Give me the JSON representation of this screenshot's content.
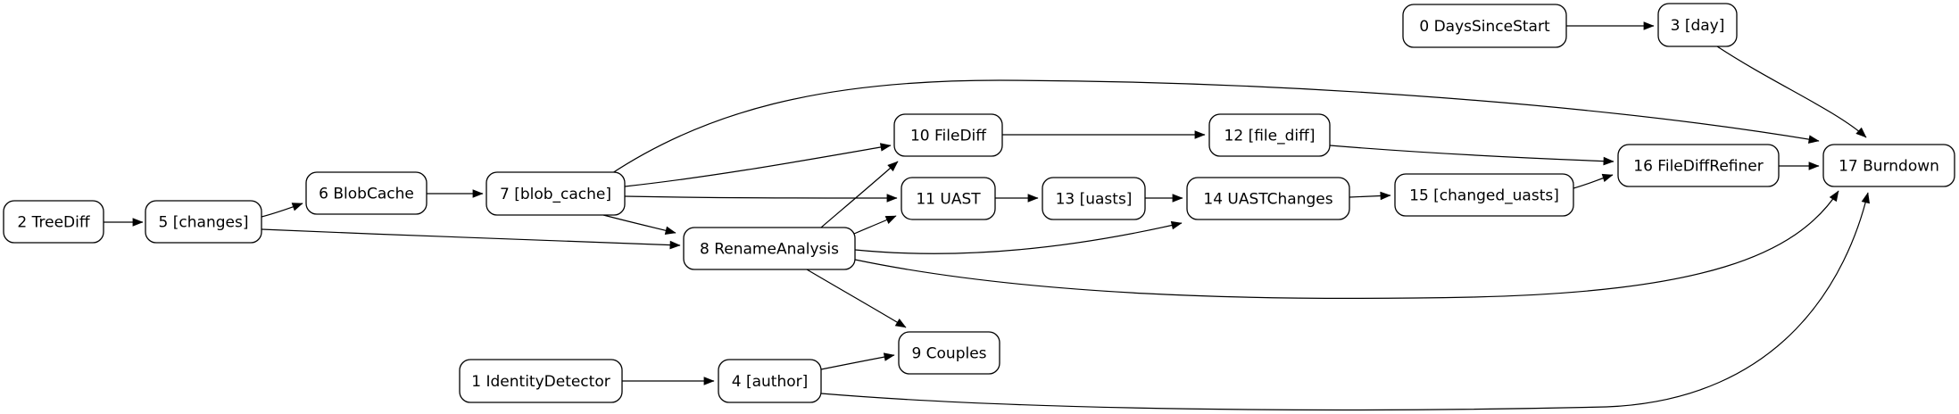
{
  "diagram": {
    "type": "directed-graph",
    "background_color": "#ffffff",
    "node_fill_color": "#ffffff",
    "node_border_color": "#000000",
    "edge_color": "#000000",
    "text_color": "#000000",
    "nodes": [
      {
        "id": "2",
        "label": "2 TreeDiff"
      },
      {
        "id": "5",
        "label": "5 [changes]"
      },
      {
        "id": "6",
        "label": "6 BlobCache"
      },
      {
        "id": "7",
        "label": "7 [blob_cache]"
      },
      {
        "id": "8",
        "label": "8 RenameAnalysis"
      },
      {
        "id": "10",
        "label": "10 FileDiff"
      },
      {
        "id": "11",
        "label": "11 UAST"
      },
      {
        "id": "13",
        "label": "13 [uasts]"
      },
      {
        "id": "12",
        "label": "12 [file_diff]"
      },
      {
        "id": "14",
        "label": "14 UASTChanges"
      },
      {
        "id": "15",
        "label": "15 [changed_uasts]"
      },
      {
        "id": "16",
        "label": "16 FileDiffRefiner"
      },
      {
        "id": "17",
        "label": "17 Burndown"
      },
      {
        "id": "0",
        "label": "0 DaysSinceStart"
      },
      {
        "id": "3",
        "label": "3 [day]"
      },
      {
        "id": "9",
        "label": "9 Couples"
      },
      {
        "id": "1",
        "label": "1 IdentityDetector"
      },
      {
        "id": "4",
        "label": "4 [author]"
      }
    ],
    "edges": [
      {
        "from": "2",
        "to": "5"
      },
      {
        "from": "5",
        "to": "6"
      },
      {
        "from": "5",
        "to": "8"
      },
      {
        "from": "6",
        "to": "7"
      },
      {
        "from": "7",
        "to": "10"
      },
      {
        "from": "7",
        "to": "11"
      },
      {
        "from": "7",
        "to": "8"
      },
      {
        "from": "7",
        "to": "17"
      },
      {
        "from": "8",
        "to": "10"
      },
      {
        "from": "8",
        "to": "11"
      },
      {
        "from": "8",
        "to": "14"
      },
      {
        "from": "8",
        "to": "9"
      },
      {
        "from": "8",
        "to": "17"
      },
      {
        "from": "10",
        "to": "12"
      },
      {
        "from": "12",
        "to": "16"
      },
      {
        "from": "11",
        "to": "13"
      },
      {
        "from": "13",
        "to": "14"
      },
      {
        "from": "14",
        "to": "15"
      },
      {
        "from": "15",
        "to": "16"
      },
      {
        "from": "16",
        "to": "17"
      },
      {
        "from": "0",
        "to": "3"
      },
      {
        "from": "3",
        "to": "17"
      },
      {
        "from": "1",
        "to": "4"
      },
      {
        "from": "4",
        "to": "9"
      },
      {
        "from": "4",
        "to": "17"
      }
    ]
  }
}
